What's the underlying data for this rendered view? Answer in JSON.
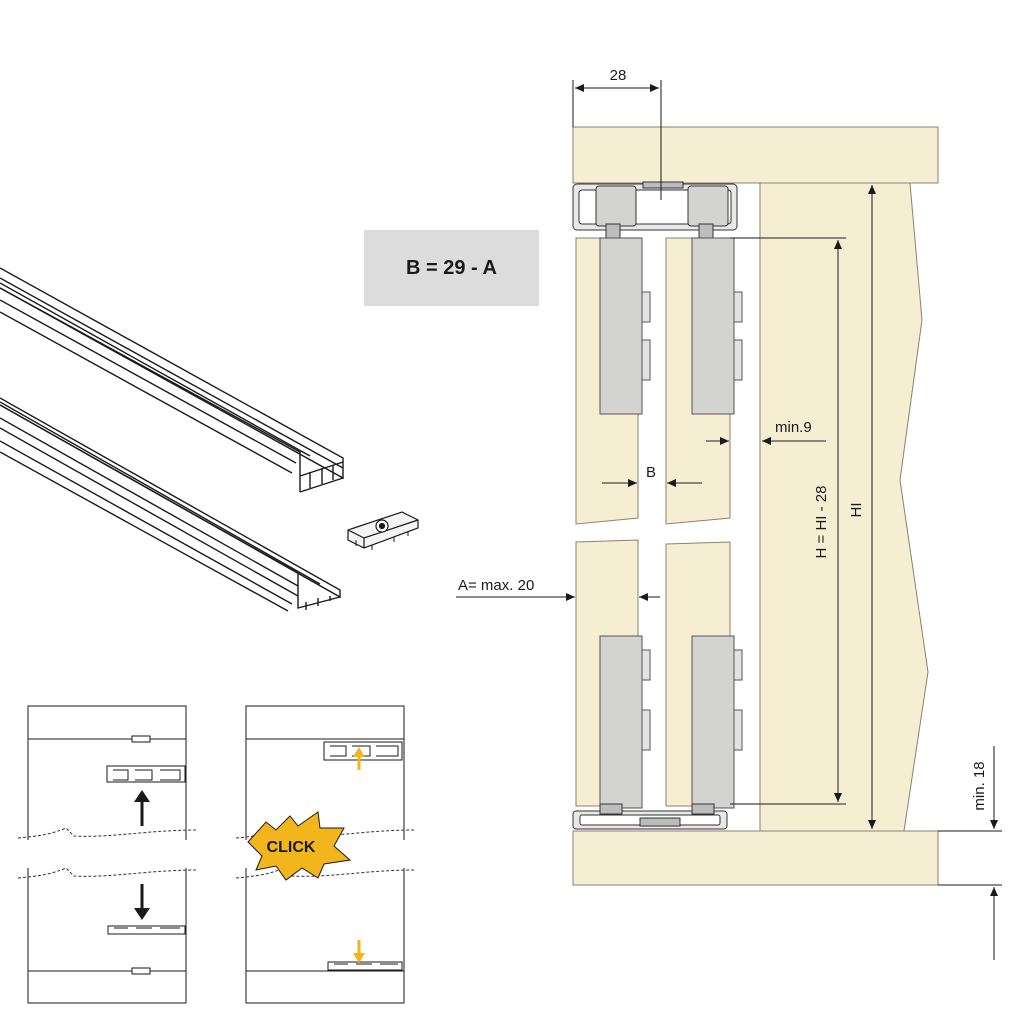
{
  "formula": "B = 29 - A",
  "dimensions": {
    "top_width": "28",
    "min_gap": "min.9",
    "gap_b": "B",
    "max_a": "A= max. 20",
    "height_h": "H = HI - 28",
    "height_hl": "HI",
    "min_bottom": "min. 18"
  },
  "click_label": "CLICK",
  "colors": {
    "wood": "#f6eed2",
    "wood_stroke": "#8a8172",
    "panel": "#d3d3d1",
    "arrow_accent": "#f2b51c",
    "label_box": "#dcdcdc"
  },
  "icons": [
    "arrow-up-icon",
    "arrow-down-icon",
    "click-burst-icon",
    "yellow-arrow-up-icon",
    "yellow-arrow-down-icon"
  ]
}
